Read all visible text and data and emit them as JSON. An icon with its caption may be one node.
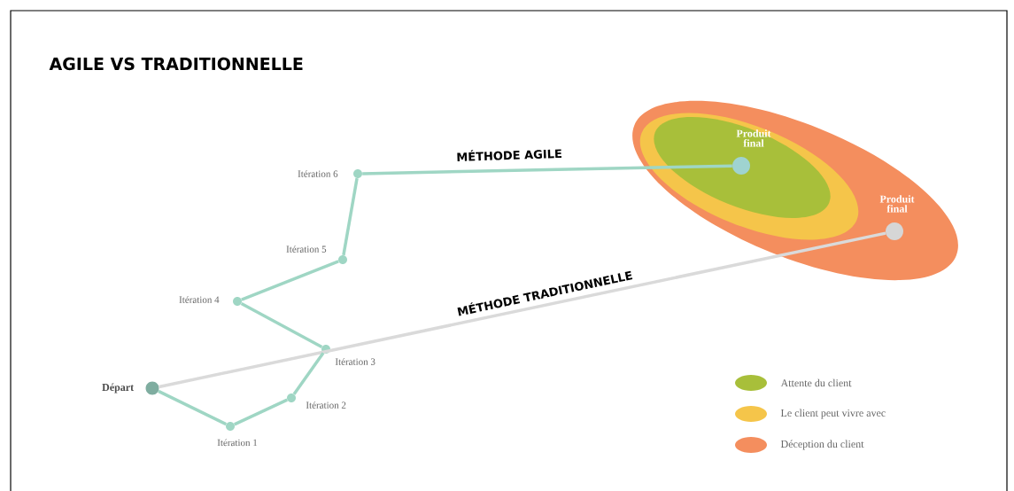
{
  "diagram": {
    "title": "AGILE VS TRADITIONNELLE",
    "nodes": [
      {
        "text": [],
        "shape": "circle",
        "beside": [
          "Départ"
        ]
      },
      {
        "text": [],
        "shape": "circle",
        "beside": [
          "Itération 1"
        ]
      },
      {
        "text": [],
        "shape": "circle",
        "beside": [
          "Itération 2"
        ]
      },
      {
        "text": [],
        "shape": "circle",
        "beside": [
          "Itération 3"
        ]
      },
      {
        "text": [],
        "shape": "circle",
        "beside": [
          "Itération 4"
        ]
      },
      {
        "text": [],
        "shape": "circle",
        "beside": [
          "Itération 5"
        ]
      },
      {
        "text": [],
        "shape": "circle",
        "beside": [
          "Itération 6"
        ]
      },
      {
        "text": [],
        "shape": "ellipse"
      },
      {
        "text": [],
        "shape": "ellipse",
        "in": 7
      },
      {
        "text": [],
        "shape": "ellipse",
        "in": 8
      },
      {
        "text": [],
        "shape": "circle",
        "in": 9,
        "beside": [
          "Produit final"
        ]
      },
      {
        "text": [],
        "shape": "circle",
        "in": 7,
        "beside": [
          "Produit final"
        ]
      }
    ],
    "edges": [
      {
        "from": 0,
        "to": 11,
        "arrow": "none",
        "label": "MÉTHODE TRADITIONNELLE",
        "color": "#dadada"
      },
      {
        "from": 0,
        "to": 1,
        "arrow": "none"
      },
      {
        "from": 1,
        "to": 2,
        "arrow": "none"
      },
      {
        "from": 2,
        "to": 3,
        "arrow": "none"
      },
      {
        "from": 3,
        "to": 4,
        "arrow": "none"
      },
      {
        "from": 4,
        "to": 5,
        "arrow": "none"
      },
      {
        "from": 5,
        "to": 6,
        "arrow": "none"
      },
      {
        "from": 6,
        "to": 10,
        "arrow": "none",
        "label": "MÉTHODE AGILE"
      }
    ],
    "legend": [
      {
        "text": "Attente du client",
        "color": "#a8bf3a"
      },
      {
        "text": "Le client peut vivre avec",
        "color": "#f5c54a"
      },
      {
        "text": "Déception du client",
        "color": "#f48e5e"
      }
    ]
  }
}
